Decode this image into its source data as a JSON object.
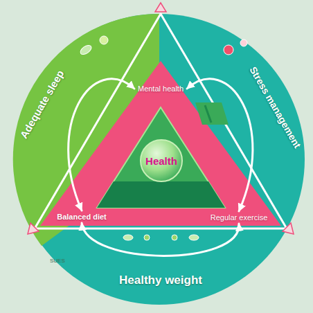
{
  "diagram": {
    "nodes": [
      {
        "text": [
          "Mental health"
        ]
      },
      {
        "text": [
          "Health"
        ]
      },
      {
        "text": [
          "Balanced diet"
        ]
      },
      {
        "text": [
          "Regular exercise"
        ]
      }
    ],
    "edges": [
      {
        "from": 0,
        "to": 2,
        "label": "Adequate sleep",
        "arrow": "both"
      },
      {
        "from": 0,
        "to": 3,
        "label": "Stress management",
        "arrow": "both"
      },
      {
        "from": 2,
        "to": 3,
        "label": "Healthy weight",
        "arrow": "both"
      }
    ],
    "labels": [
      "SUES"
    ]
  }
}
